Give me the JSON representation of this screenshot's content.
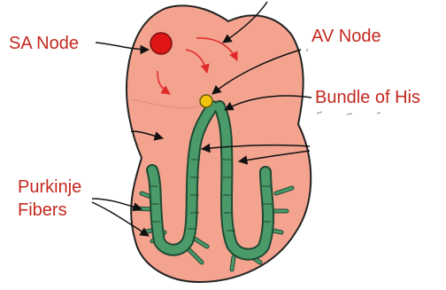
{
  "labels": {
    "sa_node": "SA Node",
    "av_node": "AV Node",
    "bundle_of_his": "Bundle of His",
    "purkinje_line1": "Purkinje",
    "purkinje_line2": "Fibers"
  },
  "colors": {
    "heart_fill": "#f4a38f",
    "heart_stroke": "#222222",
    "sa_node": "#e01616",
    "av_node": "#f2c40d",
    "fiber_fill": "#4a9a6a",
    "fiber_stroke": "#1f4a33",
    "red_label": "#c4281f",
    "arrow_red": "#e02a2a",
    "arrow_black": "#111111"
  }
}
